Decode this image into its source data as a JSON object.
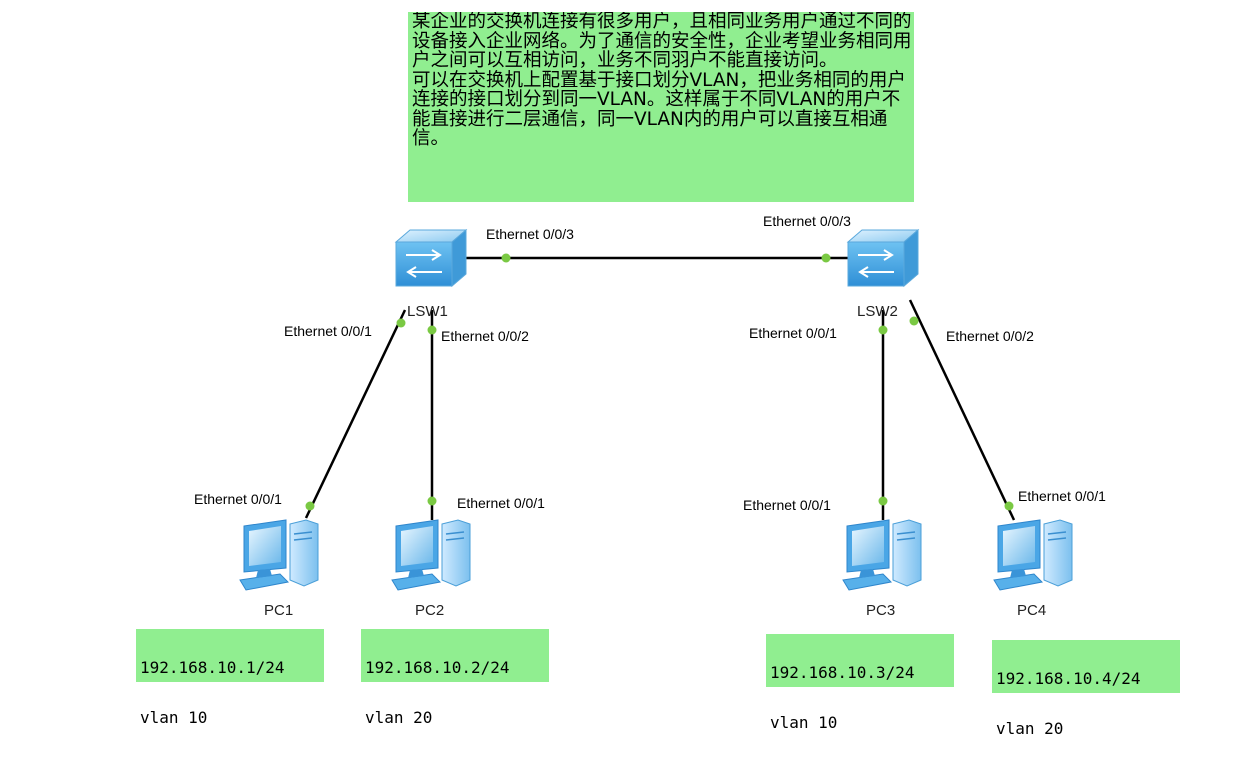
{
  "description": "某企业的交换机连接有很多用户，且相同业务用户通过不同的设备接入企业网络。为了通信的安全性，企业考望业务相同用户之间可以互相访问，业务不同羽户不能直接访问。\n可以在交换机上配置基于接口划分VLAN，把业务相同的用户连接的接口划分到同一VLAN。这样属于不同VLAN的用户不能直接进行二层通信，同一VLAN内的用户可以直接互相通信。",
  "switches": {
    "lsw1": {
      "name": "LSW1",
      "port_uplink": "Ethernet 0/0/3",
      "port_pc1": "Ethernet 0/0/1",
      "port_pc2": "Ethernet 0/0/2"
    },
    "lsw2": {
      "name": "LSW2",
      "port_uplink": "Ethernet 0/0/3",
      "port_pc3": "Ethernet 0/0/1",
      "port_pc4": "Ethernet 0/0/2"
    }
  },
  "pcs": {
    "pc1": {
      "name": "PC1",
      "port": "Ethernet 0/0/1",
      "ip": "192.168.10.1/24",
      "vlan": "vlan 10"
    },
    "pc2": {
      "name": "PC2",
      "port": "Ethernet 0/0/1",
      "ip": "192.168.10.2/24",
      "vlan": "vlan 20"
    },
    "pc3": {
      "name": "PC3",
      "port": "Ethernet 0/0/1",
      "ip": "192.168.10.3/24",
      "vlan": "vlan 10"
    },
    "pc4": {
      "name": "PC4",
      "port": "Ethernet 0/0/1",
      "ip": "192.168.10.4/24",
      "vlan": "vlan 20"
    }
  },
  "colors": {
    "note_bg": "#90ee90",
    "link": "#000000",
    "port_dot": "#7ac943",
    "device_blue": "#3aa0e0"
  }
}
